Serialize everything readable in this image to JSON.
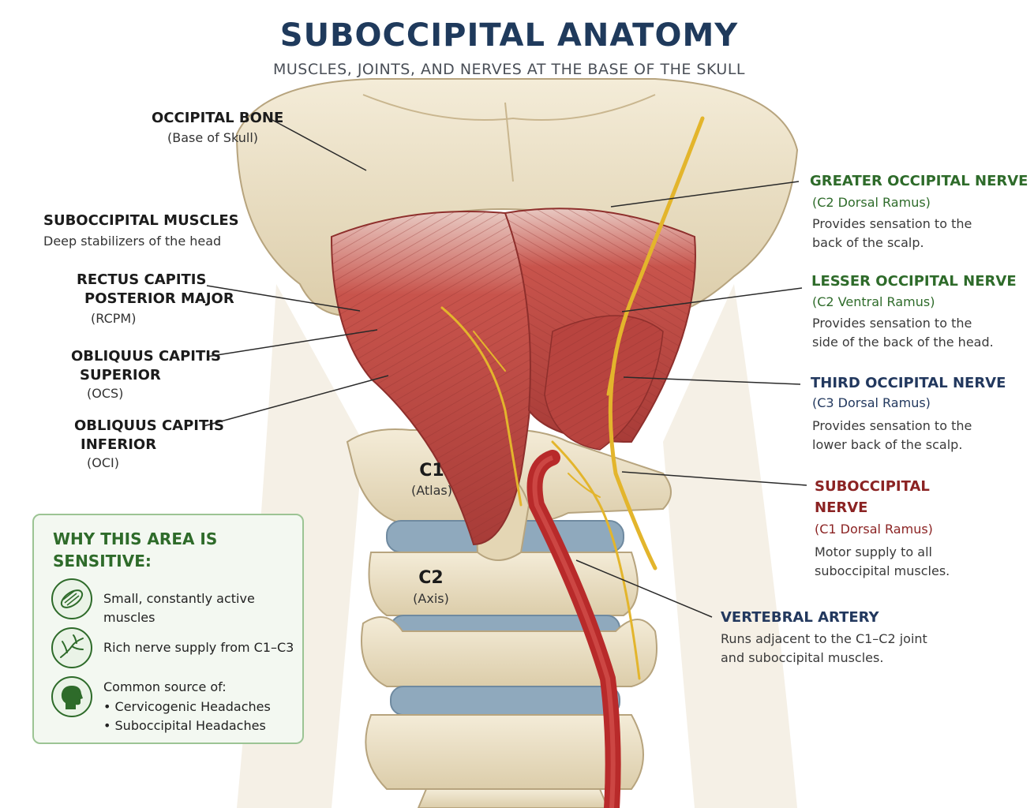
{
  "header": {
    "title": "SUBOCCIPITAL ANATOMY",
    "subtitle": "MUSCLES, JOINTS, AND NERVES AT THE BASE OF THE SKULL"
  },
  "left_labels": {
    "occipital": {
      "name": "OCCIPITAL BONE",
      "sub": "(Base of Skull)"
    },
    "muscles": {
      "name": "SUBOCCIPITAL MUSCLES",
      "sub": "Deep stabilizers of the head"
    },
    "rcpm": {
      "line1": "RECTUS CAPITIS",
      "line2": "POSTERIOR MAJOR",
      "abbr": "(RCPM)"
    },
    "ocs": {
      "line1": "OBLIQUUS CAPITIS",
      "line2": "SUPERIOR",
      "abbr": "(OCS)"
    },
    "oci": {
      "line1": "OBLIQUUS CAPITIS",
      "line2": "INFERIOR",
      "abbr": "(OCI)"
    }
  },
  "vertebrae": {
    "c1": {
      "name": "C1",
      "sub": "(Atlas)"
    },
    "c2": {
      "name": "C2",
      "sub": "(Axis)"
    }
  },
  "right_labels": {
    "greater": {
      "name": "GREATER OCCIPITAL NERVE",
      "origin": "(C2 Dorsal Ramus)",
      "desc1": "Provides sensation to the",
      "desc2": "back of the scalp."
    },
    "lesser": {
      "name": "LESSER OCCIPITAL NERVE",
      "origin": "(C2 Ventral Ramus)",
      "desc1": "Provides sensation to the",
      "desc2": "side of the back of the head."
    },
    "third": {
      "name": "THIRD OCCIPITAL NERVE",
      "origin": "(C3 Dorsal Ramus)",
      "desc1": "Provides sensation to the",
      "desc2": "lower back of the scalp."
    },
    "subocc": {
      "name1": "SUBOCCIPITAL",
      "name2": "NERVE",
      "origin": "(C1 Dorsal Ramus)",
      "desc1": "Motor supply to all",
      "desc2": "suboccipital muscles."
    },
    "artery": {
      "name": "VERTEBRAL ARTERY",
      "desc1": "Runs adjacent to the C1–C2 joint",
      "desc2": "and suboccipital muscles."
    }
  },
  "panel": {
    "title1": "WHY THIS AREA IS",
    "title2": "SENSITIVE:",
    "items": [
      {
        "icon": "muscle-fiber-icon",
        "text": "Small, constantly active muscles"
      },
      {
        "icon": "nerve-branch-icon",
        "text": "Rich nerve supply from C1–C3"
      },
      {
        "icon": "head-profile-icon",
        "text": "Common source of:",
        "bullets": [
          "• Cervicogenic Headaches",
          "• Suboccipital Headaches"
        ]
      }
    ]
  },
  "colors": {
    "title": "#1f3a5c",
    "nerve_label_green": "#2e6b2a",
    "nerve_label_navy": "#22385e",
    "nerve_label_maroon": "#8b2323",
    "bone": "#eadfc4",
    "muscle": "#c0504a",
    "nerve": "#e3b52c",
    "artery": "#b82a2a",
    "disc": "#8fa9bd"
  }
}
